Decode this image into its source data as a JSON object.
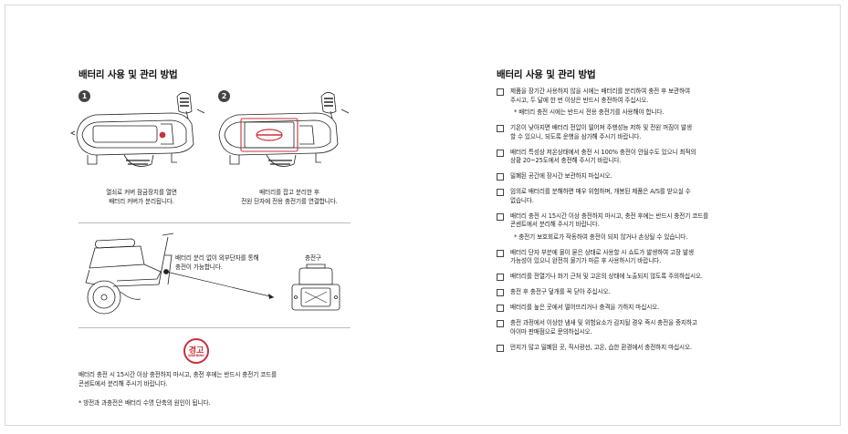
{
  "left": {
    "title": "배터리 사용 및 관리 방법",
    "step1": {
      "number": "1",
      "caption_line1": "열쇠로 커버 잠금장치를 열면",
      "caption_line2": "배터리 커버가 분리됩니다."
    },
    "step2": {
      "number": "2",
      "caption_line1": "배터리를 잡고 분리한 후",
      "caption_line2": "전원 단자에 전용 충전기를 연결합니다."
    },
    "external": {
      "callout_line1": "배터리 분리 없이 외부단자를 통해",
      "callout_line2": "충전이 가능합니다.",
      "port_label": "충전구"
    },
    "warning": {
      "badge_ko": "경고",
      "badge_en": "WARNING",
      "text_line1": "배터리 충전 시 15시간 이상 충전하지 마시고, 충전 후에는 반드시 충전기 코드를",
      "text_line2": "콘센트에서 분리해 주시기 바랍니다.",
      "note": "* 방전과 과충전은 배터리 수명 단축의 원인이 됩니다."
    }
  },
  "right": {
    "title": "배터리 사용 및 관리 방법",
    "items": [
      {
        "lines": [
          "제품을 장기간 사용하지 않을 시에는 배터리를 분리하여 충전 후 보관하여",
          "주시고, 두 달에 한 번 이상은 반드시 충전하여 주십시오."
        ],
        "sub": "* 배터리 충전 시에는 반드시 전용 충전기를 사용해야 합니다."
      },
      {
        "lines": [
          "기온이 낮아지면 배터리 전압이 떨어져 주행성능 저하 및 전원 꺼짐이 발생",
          "할 수 있으니, 되도록 운행을 삼가해 주시기 바랍니다."
        ],
        "sub": ""
      },
      {
        "lines": [
          "배터리 특성상 저온상태에서 충전 시 100% 충전이 안될수도 있으니 최적의",
          "상황 20~25도에서 충전해 주시기 바랍니다."
        ],
        "sub": ""
      },
      {
        "lines": [
          "밀폐된 공간에 장시간 보관하지 마십시오."
        ],
        "sub": ""
      },
      {
        "lines": [
          "임의로 배터리를 분해하면 매우 위험하며, 개봉된 제품은 A/S를 받으실 수",
          "없습니다."
        ],
        "sub": ""
      },
      {
        "lines": [
          "배터리 충전 시 15시간 이상 충전하지 마시고, 충전 후에는 반드시 충전기 코드를",
          "콘센트에서 분리해 주시기 바랍니다."
        ],
        "sub": "* 충전기 보호회로가 작동하여 충전이 되지 않거나 손상될 수 있습니다."
      },
      {
        "lines": [
          "배터리 단자 부분에 물이 묻은 상태로 사용할 시 쇼트가 발생하여 고장 발생",
          "가능성이 있으니 완전히 물기가 마른 후 사용하시기 바랍니다."
        ],
        "sub": ""
      },
      {
        "lines": [
          "배터리를 전열기나 화기 근처 및 고온의 상태에 노출되지 않도록 주의하십시오."
        ],
        "sub": ""
      },
      {
        "lines": [
          "충전 후 충전구 덮개를 꼭 닫아 주십시오."
        ],
        "sub": ""
      },
      {
        "lines": [
          "배터리를 높은 곳에서 떨어뜨리거나 충격을 가하지 마십시오."
        ],
        "sub": ""
      },
      {
        "lines": [
          "충전 과정에서 이상한 냄새 및 위험요소가 감지될 경우 즉시 충전을 중지하고",
          "아이마 판매점으로 문의하십시오."
        ],
        "sub": ""
      },
      {
        "lines": [
          "먼지가 많고 밀폐된 곳, 직사광선, 고온, 습한 환경에서 충전하지 마십시오."
        ],
        "sub": ""
      }
    ]
  },
  "colors": {
    "warning_red": "#c8323a",
    "line_gray": "#bbbbbb",
    "text": "#222222"
  }
}
